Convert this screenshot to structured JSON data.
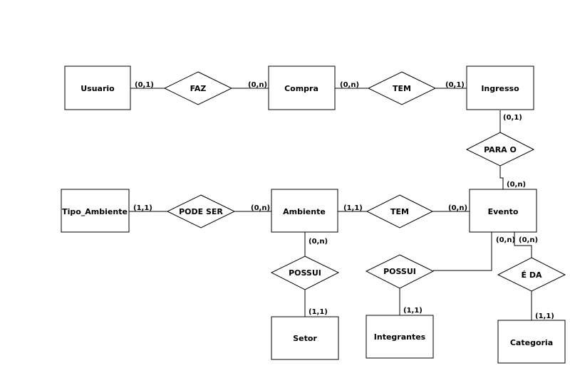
{
  "entities": {
    "usuario": "Usuario",
    "compra": "Compra",
    "ingresso": "Ingresso",
    "evento": "Evento",
    "ambiente": "Ambiente",
    "tipo_ambiente": "Tipo_Ambiente",
    "setor": "Setor",
    "integrantes": "Integrantes",
    "categoria": "Categoria"
  },
  "relationships": {
    "faz": "FAZ",
    "tem_compra_ingresso": "TEM",
    "para_o": "PARA O",
    "pode_ser": "PODE SER",
    "tem_ambiente_evento": "TEM",
    "possui_setor": "POSSUI",
    "possui_integrantes": "POSSUI",
    "e_da": "É DA"
  },
  "cardinalities": {
    "usuario_faz": "(0,1)",
    "compra_faz": "(0,n)",
    "compra_tem": "(0,n)",
    "ingresso_tem": "(0,1)",
    "ingresso_para": "(0,1)",
    "evento_para": "(0,n)",
    "tipo_pode": "(1,1)",
    "ambiente_pode": "(0,n)",
    "ambiente_tem": "(1,1)",
    "evento_tem": "(0,n)",
    "ambiente_possui": "(0,n)",
    "setor_possui": "(1,1)",
    "evento_possui": "(0,n)",
    "integrantes_possui": "(1,1)",
    "evento_eda": "(0,n)",
    "categoria_eda": "(1,1)"
  }
}
